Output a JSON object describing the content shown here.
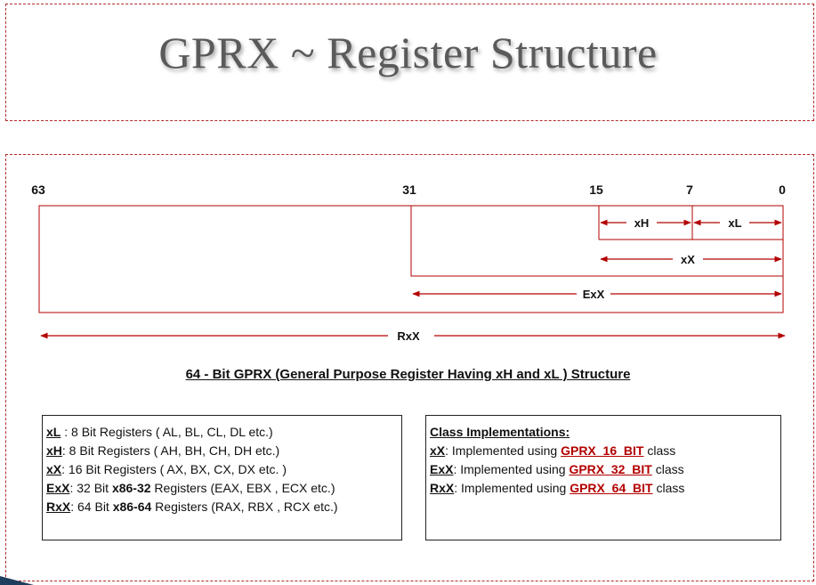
{
  "title": "GPRX ~ Register Structure",
  "bit_labels": [
    "63",
    "31",
    "15",
    "7",
    "0"
  ],
  "segments": {
    "xH": "xH",
    "xL": "xL",
    "xX": "xX",
    "ExX": "ExX",
    "RxX": "RxX"
  },
  "caption": "64 - Bit GPRX (General Purpose Register Having xH and xL ) Structure",
  "legend": [
    {
      "name": "xL",
      "text": " : 8 Bit Registers ( AL, BL, CL, DL etc.)"
    },
    {
      "name": "xH",
      "text": ": 8 Bit Registers ( AH, BH, CH, DH etc.)"
    },
    {
      "name": "xX",
      "text": ": 16 Bit Registers ( AX, BX, CX, DX etc. )"
    },
    {
      "name": "ExX",
      "pre": ": 32 Bit ",
      "bold": "x86-32",
      "post": " Registers (EAX, EBX , ECX etc.)"
    },
    {
      "name": "RxX",
      "pre": ": 64 Bit ",
      "bold": "x86-64",
      "post": " Registers (RAX, RBX , RCX etc.)"
    }
  ],
  "implementations": {
    "heading": "Class Implementations:",
    "rows": [
      {
        "name": "xX",
        "pre": ":   Implemented using ",
        "cls": "GPRX_16_BIT",
        "post": " class"
      },
      {
        "name": "ExX",
        "pre": ": Implemented using ",
        "cls": "GPRX_32_BIT",
        "post": " class"
      },
      {
        "name": "RxX",
        "pre": ": Implemented using ",
        "cls": "GPRX_64_BIT",
        "post": " class"
      }
    ]
  },
  "colors": {
    "frame": "#b22a2a",
    "arrow": "#b30000",
    "class_name": "#b30000"
  }
}
